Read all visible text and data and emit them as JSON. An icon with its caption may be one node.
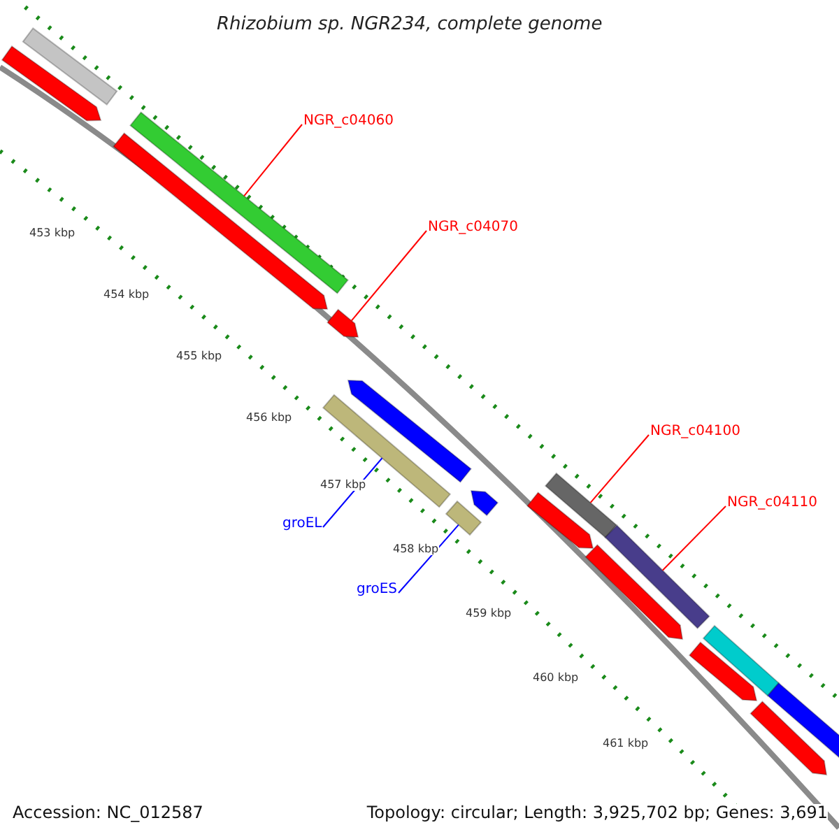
{
  "diagram": {
    "title": "Rhizobium sp. NGR234, complete genome",
    "nodes": [
      {
        "text": [],
        "shape": "bar"
      },
      {
        "text": [],
        "shape": "arrow"
      },
      {
        "text": [
          "NGR_c04060"
        ]
      },
      {
        "text": [],
        "shape": "bar"
      },
      {
        "text": [],
        "shape": "arrow"
      },
      {
        "text": [
          "NGR_c04070"
        ]
      },
      {
        "text": [],
        "shape": "arrow"
      },
      {
        "text": [],
        "shape": "arrow"
      },
      {
        "text": [],
        "shape": "bar"
      },
      {
        "text": [
          "NGR_c04100"
        ]
      },
      {
        "text": [],
        "shape": "arrow"
      },
      {
        "text": [],
        "shape": "bar"
      },
      {
        "text": [],
        "shape": "bar"
      },
      {
        "text": [],
        "shape": "arrow"
      },
      {
        "text": [
          "NGR_c04110"
        ]
      },
      {
        "text": [
          "groEL"
        ]
      },
      {
        "text": [],
        "shape": "bar"
      },
      {
        "text": [],
        "shape": "arrow"
      },
      {
        "text": [
          "groES"
        ]
      },
      {
        "text": [],
        "shape": "bar"
      },
      {
        "text": [],
        "shape": "arrow"
      },
      {
        "text": [],
        "shape": "bar"
      },
      {
        "text": [],
        "shape": "arrow"
      }
    ],
    "edges": [
      {
        "from": 2,
        "to": 3,
        "arrow": "none"
      },
      {
        "from": 5,
        "to": 6,
        "arrow": "none"
      },
      {
        "from": 9,
        "to": 12,
        "arrow": "none"
      },
      {
        "from": 14,
        "to": 16,
        "arrow": "none"
      },
      {
        "from": 15,
        "to": 8,
        "arrow": "none",
        "color": "#0000ff"
      },
      {
        "from": 18,
        "to": 11,
        "arrow": "none",
        "color": "#0000ff"
      }
    ],
    "labels": [
      "453 kbp",
      "454 kbp",
      "455 kbp",
      "456 kbp",
      "457 kbp",
      "458 kbp",
      "459 kbp",
      "460 kbp",
      "461 kbp",
      "Accession: NC_012587",
      "Topology: circular; Length: 3,925,702 bp; Genes: 3,691"
    ]
  }
}
